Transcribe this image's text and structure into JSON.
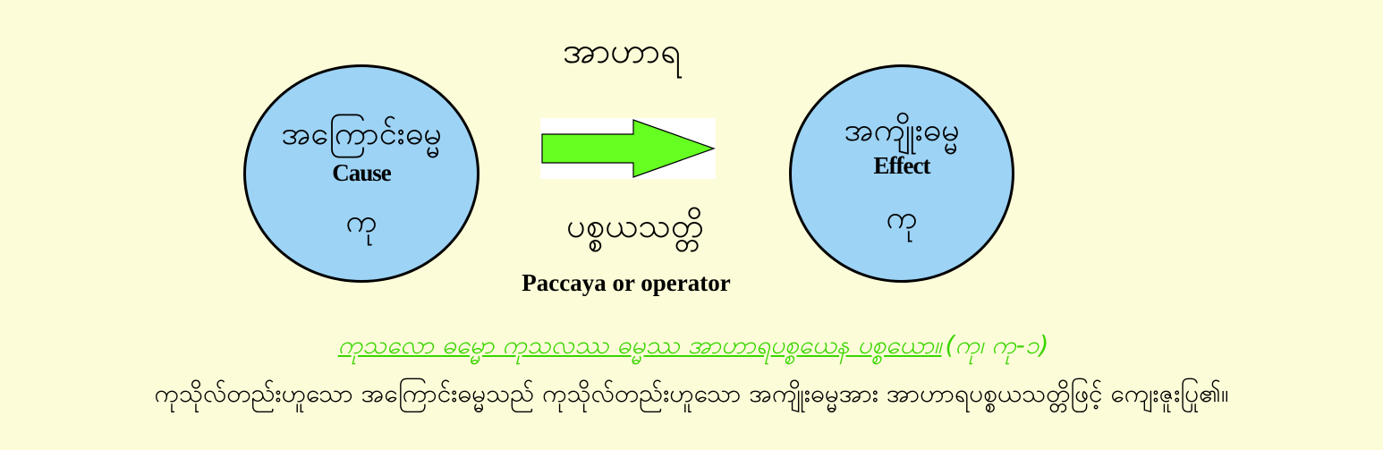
{
  "diagram": {
    "top_label": "အာဟာရ",
    "cause": {
      "label_my": "အကြောင်းဓမ္မ",
      "label_en": "Cause",
      "sub_my": "ကု"
    },
    "effect": {
      "label_my": "အကျိုးဓမ္မ",
      "label_en": "Effect",
      "sub_my": "ကု"
    },
    "arrow": {
      "color": "#66ff22",
      "direction": "right"
    },
    "operator": {
      "label_my": "ပစ္စယသတ္တိ",
      "label_en": "Paccaya or operator"
    },
    "colors": {
      "background": "#fdfcd8",
      "ellipse_fill": "#9dd3f5",
      "pali_text": "#39d600"
    }
  },
  "footer": {
    "pali_text": "ကုသလော ဓမ္မော ကုသလဿ ဓမ္မဿ အာဟာရပစ္စယေန ပစ္စယော။",
    "pali_reference": "(ကု၊ ကု-၁)",
    "translation": "ကုသိုလ်တည်းဟူသော အကြောင်းဓမ္မသည် ကုသိုလ်တည်းဟူသော အကျိုးဓမ္မအား အာဟာရပစ္စယသတ္တိဖြင့် ကျေးဇူးပြု၏။"
  }
}
